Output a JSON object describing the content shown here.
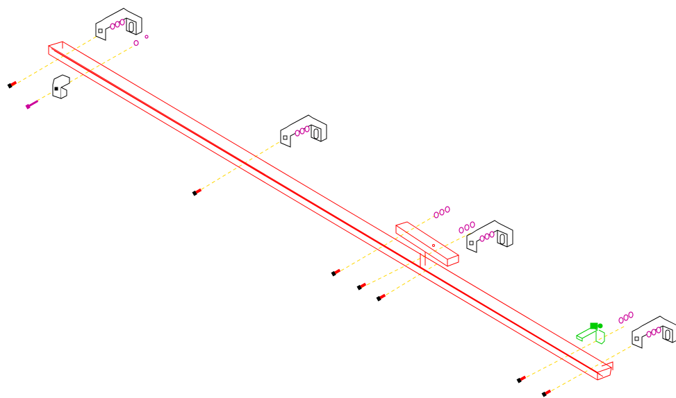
{
  "diagram": {
    "type": "exploded-assembly",
    "background": "#ffffff",
    "colors": {
      "channel_rail": "#ff0000",
      "bracket": "#000000",
      "hardware": "#cc0099",
      "guide_lines": "#ffd700",
      "screw_tip": "#ff0000",
      "screw_head": "#000000",
      "highlight_part": "#00cc00"
    },
    "parts": [
      {
        "id": "channel-rail-main",
        "kind": "channel-rail"
      },
      {
        "id": "channel-rail-splice",
        "kind": "channel-splice"
      },
      {
        "id": "wall-bracket-1",
        "kind": "wall-bracket"
      },
      {
        "id": "wall-bracket-2",
        "kind": "wall-bracket"
      },
      {
        "id": "wall-bracket-3",
        "kind": "wall-bracket"
      },
      {
        "id": "wall-bracket-4",
        "kind": "wall-bracket"
      },
      {
        "id": "end-clip",
        "kind": "clip"
      },
      {
        "id": "green-clamp",
        "kind": "clamp"
      }
    ],
    "fastener_counts": {
      "screws": 8,
      "bolts": 1,
      "washer_nut_sets": 6
    }
  }
}
